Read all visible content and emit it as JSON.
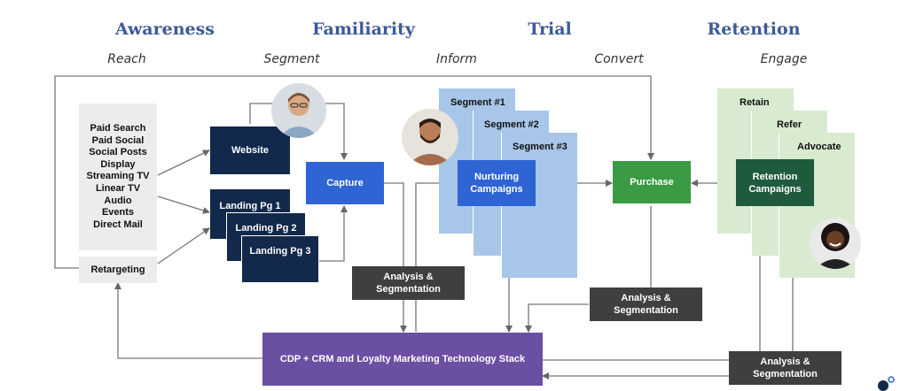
{
  "stages": [
    {
      "title": "Awareness",
      "sub": "Reach"
    },
    {
      "title": "Familiarity",
      "sub": "Segment"
    },
    {
      "title": "Trial",
      "sub": "Inform"
    },
    {
      "title": "Retention",
      "sub": "Convert"
    },
    {
      "sub": "Engage"
    }
  ],
  "channels": [
    "Paid Search",
    "Paid Social",
    "Social Posts",
    "Display",
    "Streaming TV",
    "Linear TV",
    "Audio",
    "Events",
    "Direct Mail"
  ],
  "retargeting": "Retargeting",
  "website": "Website",
  "landing_pages": [
    "Landing Pg 1",
    "Landing Pg 2",
    "Landing Pg 3"
  ],
  "capture": "Capture",
  "segments": [
    "Segment #1",
    "Segment #2",
    "Segment #3"
  ],
  "nurturing": "Nurturing Campaigns",
  "purchase": "Purchase",
  "retention_tiers": [
    "Retain",
    "Refer",
    "Advocate"
  ],
  "retention_campaigns": "Retention Campaigns",
  "analysis": "Analysis & Segmentation",
  "stack": "CDP + CRM and Loyalty Marketing Technology Stack"
}
